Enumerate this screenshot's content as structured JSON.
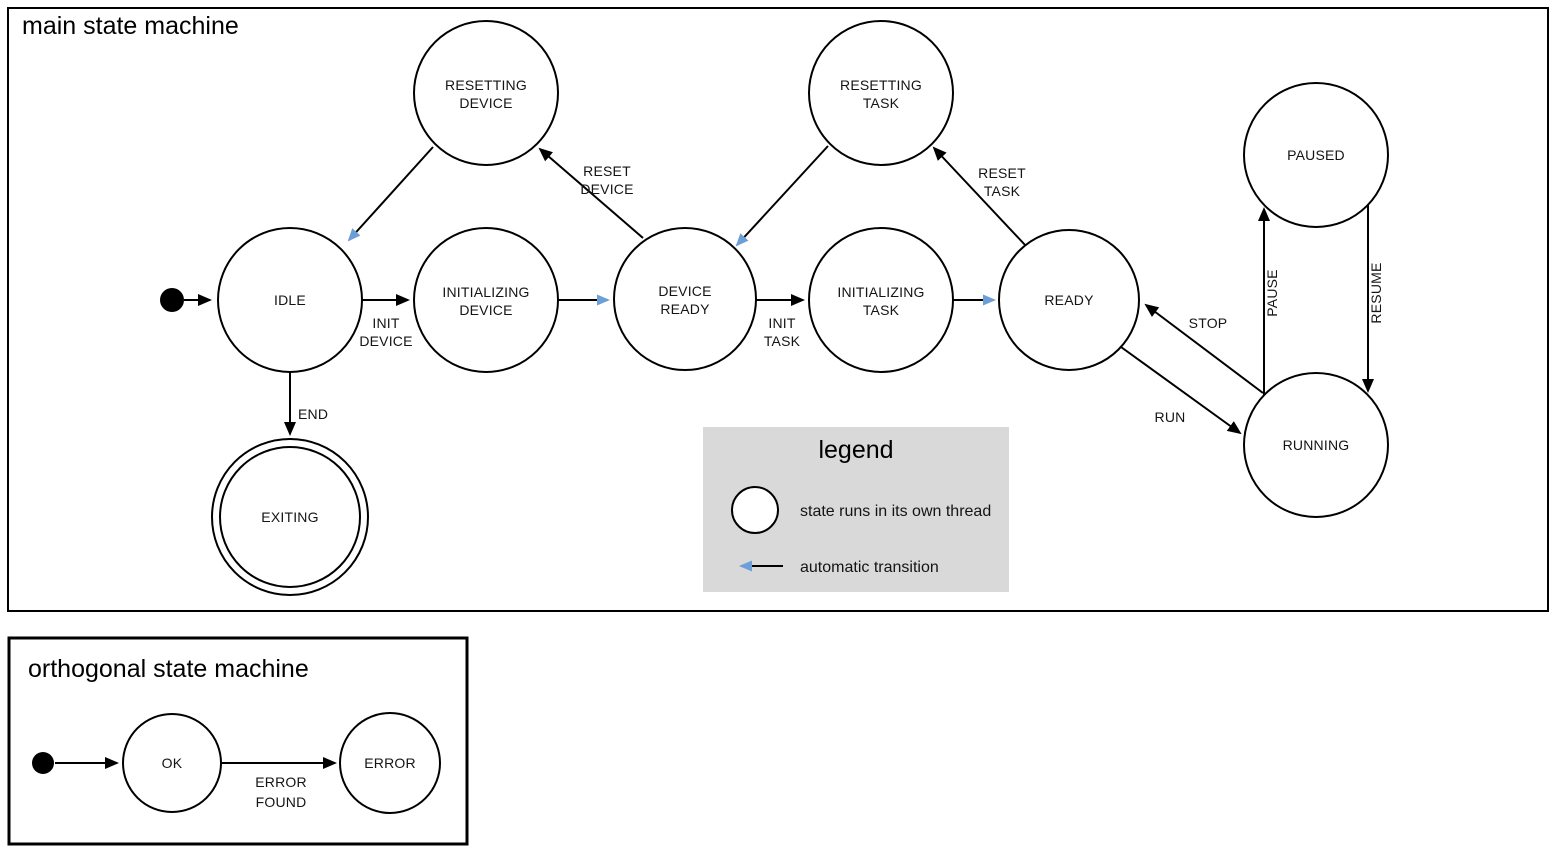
{
  "colors": {
    "thread_state_fill": "#b4c7e7",
    "auto_transition": "#6c9fd8",
    "legend_bg": "#d9d9d9",
    "stroke": "#000000"
  },
  "main": {
    "title": "main state machine",
    "states": {
      "idle": {
        "label": "IDLE",
        "threaded": false
      },
      "resetting_device": {
        "lines": [
          "RESETTING",
          "DEVICE"
        ],
        "threaded": true
      },
      "initializing_device": {
        "lines": [
          "INITIALIZING",
          "DEVICE"
        ],
        "threaded": true
      },
      "device_ready": {
        "lines": [
          "DEVICE",
          "READY"
        ],
        "threaded": false
      },
      "resetting_task": {
        "lines": [
          "RESETTING",
          "TASK"
        ],
        "threaded": true
      },
      "initializing_task": {
        "lines": [
          "INITIALIZING",
          "TASK"
        ],
        "threaded": true
      },
      "ready": {
        "label": "READY",
        "threaded": false
      },
      "paused": {
        "label": "PAUSED",
        "threaded": true
      },
      "running": {
        "label": "RUNNING",
        "threaded": true
      },
      "exiting": {
        "label": "EXITING",
        "threaded": true,
        "final": true
      }
    },
    "transitions": {
      "init_device": {
        "lines": [
          "INIT",
          "DEVICE"
        ],
        "automatic": false
      },
      "initializing_device_done": {
        "automatic": true
      },
      "reset_device": {
        "lines": [
          "RESET",
          "DEVICE"
        ],
        "automatic": false
      },
      "resetting_device_done": {
        "automatic": true
      },
      "init_task": {
        "lines": [
          "INIT",
          "TASK"
        ],
        "automatic": false
      },
      "initializing_task_done": {
        "automatic": true
      },
      "reset_task": {
        "lines": [
          "RESET",
          "TASK"
        ],
        "automatic": false
      },
      "resetting_task_done": {
        "automatic": true
      },
      "end": {
        "label": "END",
        "automatic": false
      },
      "stop": {
        "label": "STOP",
        "automatic": false
      },
      "run": {
        "label": "RUN",
        "automatic": false
      },
      "pause": {
        "label": "PAUSE",
        "automatic": false
      },
      "resume": {
        "label": "RESUME",
        "automatic": false
      }
    }
  },
  "legend": {
    "title": "legend",
    "thread_item": "state runs in its own thread",
    "auto_item": "automatic transition"
  },
  "ortho": {
    "title": "orthogonal state machine",
    "states": {
      "ok": {
        "label": "OK"
      },
      "error": {
        "label": "ERROR"
      }
    },
    "transitions": {
      "error_found": {
        "lines": [
          "ERROR",
          "FOUND"
        ]
      }
    }
  }
}
